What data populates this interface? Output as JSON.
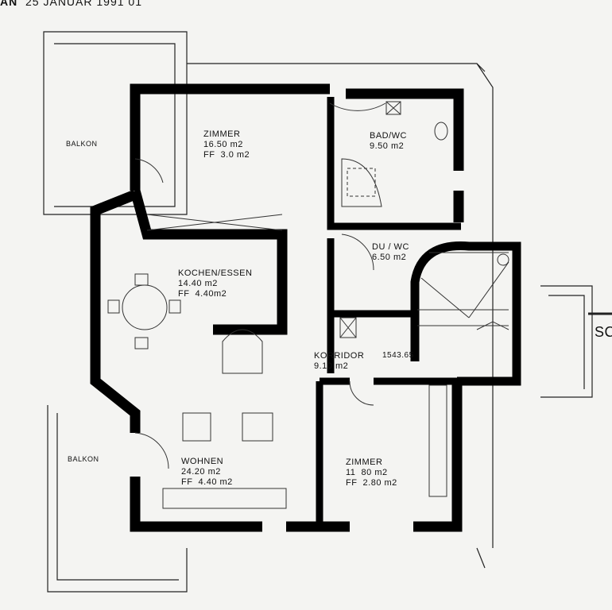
{
  "header": {
    "title_fragment": "AN",
    "date": "25 JANUAR 1991  01"
  },
  "rooms": [
    {
      "name": "ZIMMER",
      "area": "16.50 m2",
      "ff": "FF  3.0 m2"
    },
    {
      "name": "BAD/WC",
      "area": "9.50 m2"
    },
    {
      "name": "DU / WC",
      "area": "6.50 m2"
    },
    {
      "name": "KOCHEN/ESSEN",
      "area": "14.40 m2",
      "ff": "FF  4.40m2"
    },
    {
      "name": "KORRIDOR",
      "area": "9.10 m2"
    },
    {
      "name": "WOHNEN",
      "area": "24.20 m2",
      "ff": "FF  4.40 m2"
    },
    {
      "name": "ZIMMER",
      "area": "11  80 m2",
      "ff": "FF  2.80 m2"
    }
  ],
  "balconies": [
    "BALKON",
    "BALKON"
  ],
  "elevation": "1543.65",
  "edge_label": "SC"
}
